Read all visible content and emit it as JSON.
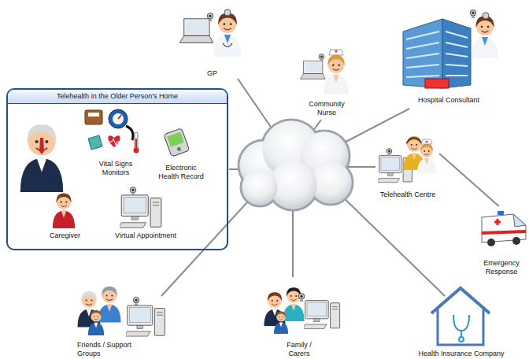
{
  "diagram": {
    "nodes": [
      {
        "text": [
          "Telehealth in the Older Person's Home"
        ]
      },
      {
        "text": [
          "Vital Signs Monitors"
        ],
        "in": 0
      },
      {
        "text": [
          "Electronic Health Record"
        ],
        "in": 0
      },
      {
        "text": [
          "Caregiver"
        ],
        "in": 0
      },
      {
        "text": [
          "Virtual Appointment"
        ],
        "in": 0
      },
      {
        "text": [
          "GP"
        ]
      },
      {
        "text": [
          "Community Nurse"
        ]
      },
      {
        "text": [
          "Hospital Consultant"
        ]
      },
      {
        "text": [
          "Telehealth Centre"
        ]
      },
      {
        "text": [
          "Emergency Response"
        ]
      },
      {
        "text": [
          "Friends / Support Groups"
        ]
      },
      {
        "text": [
          "Family / Carers"
        ]
      },
      {
        "text": [
          "Health Insurance Company"
        ]
      }
    ],
    "edges": [
      {
        "from": 8,
        "to": 9,
        "arrow": "none"
      }
    ]
  }
}
